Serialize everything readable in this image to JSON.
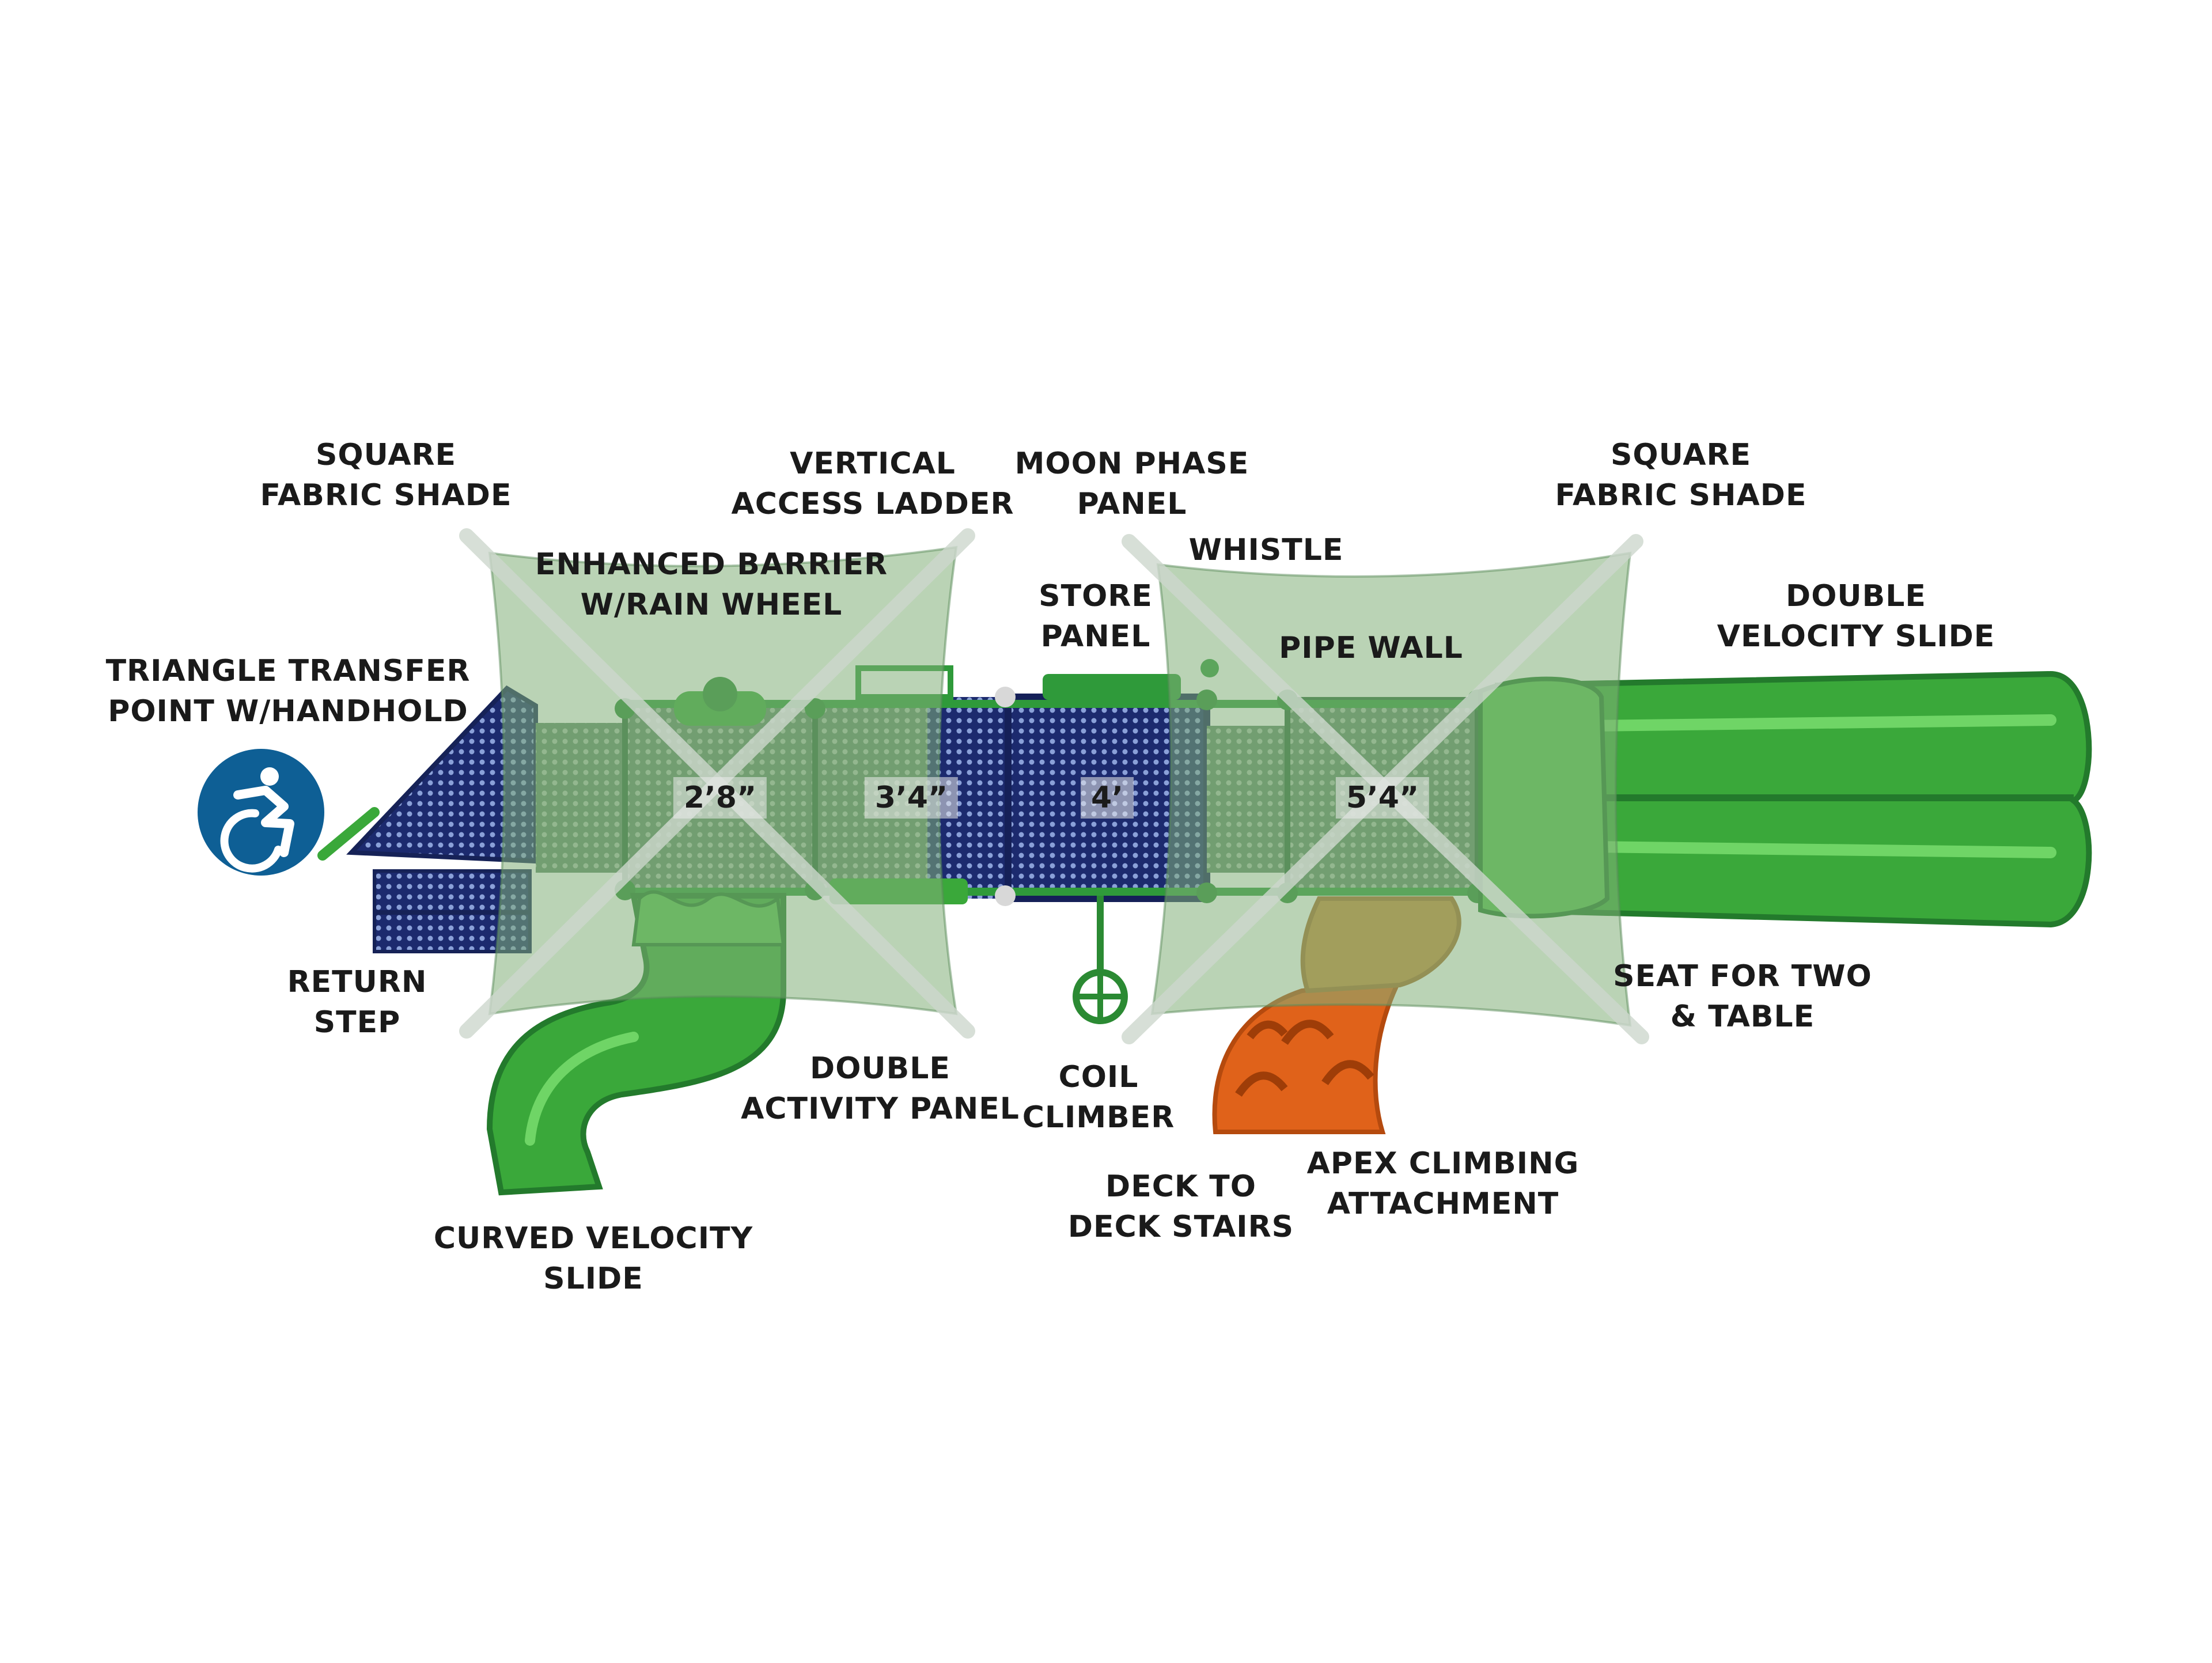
{
  "colors": {
    "green": "#3aa83a",
    "dark_green": "#237a2c",
    "navy": "#1c2a6e",
    "orange": "#e0621a",
    "tan": "#c98a3a",
    "shade": "#a8c8a0",
    "accessible_blue": "#0e5f95"
  },
  "labels": {
    "square_shade_left": [
      "SQUARE",
      "FABRIC SHADE"
    ],
    "vertical_ladder": [
      "VERTICAL",
      "ACCESS LADDER"
    ],
    "moon_phase": [
      "MOON PHASE",
      "PANEL"
    ],
    "square_shade_right": [
      "SQUARE",
      "FABRIC SHADE"
    ],
    "enhanced_barrier": [
      "ENHANCED BARRIER",
      "W/RAIN WHEEL"
    ],
    "whistle": [
      "WHISTLE"
    ],
    "store_panel": [
      "STORE",
      "PANEL"
    ],
    "pipe_wall": [
      "PIPE WALL"
    ],
    "double_velocity": [
      "DOUBLE",
      "VELOCITY SLIDE"
    ],
    "triangle_transfer": [
      "TRIANGLE TRANSFER",
      "POINT W/HANDHOLD"
    ],
    "return_step": [
      "RETURN",
      "STEP"
    ],
    "double_activity": [
      "DOUBLE",
      "ACTIVITY PANEL"
    ],
    "coil_climber": [
      "COIL",
      "CLIMBER"
    ],
    "seat_for_two": [
      "SEAT FOR TWO",
      "& TABLE"
    ],
    "deck_stairs": [
      "DECK TO",
      "DECK STAIRS"
    ],
    "apex_climbing": [
      "APEX CLIMBING",
      "ATTACHMENT"
    ],
    "curved_velocity": [
      "CURVED VELOCITY",
      "SLIDE"
    ]
  },
  "deck_heights": [
    "2’8”",
    "3’4”",
    "4’",
    "5’4”"
  ],
  "icons": {
    "accessibility": "accessibility-icon"
  }
}
